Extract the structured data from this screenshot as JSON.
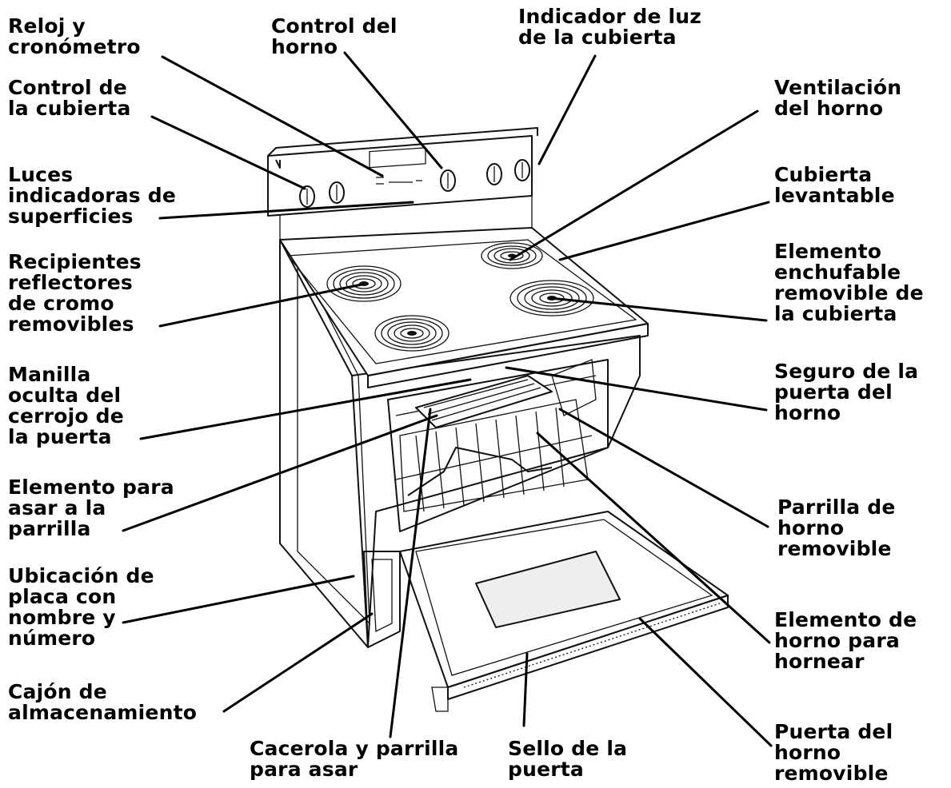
{
  "labels": {
    "reloj": "Reloj y\ncronómetro",
    "control_horno": "Control del\nhorno",
    "indicador_luz": "Indicador de luz\nde la cubierta",
    "control_cubierta": "Control de\nla cubierta",
    "ventilacion": "Ventilación\ndel horno",
    "luces": "Luces\nindicadoras de\nsuperficies",
    "cubierta_levantable": "Cubierta\nlevantable",
    "recipientes": "Recipientes\nreflectores\nde cromo\nremovibles",
    "elemento_enchufable": "Elemento\nenchufable\nremovible de\nla cubierta",
    "manilla": "Manilla\noculta del\ncerrojo de\nla puerta",
    "seguro": "Seguro de la\npuerta del\nhorno",
    "elemento_asar": "Elemento para\nasar a la\nparrilla",
    "parrilla_horno": "Parrilla de\nhorno\nremovible",
    "ubicacion": "Ubicación de\nplaca con\nnombre y\nnúmero",
    "elemento_hornear": "Elemento de\nhorno para\nhornear",
    "cajon": "Cajón de\nalmacenamiento",
    "cacerola": "Cacerola y parrilla\npara asar",
    "sello": "Sello de la\npuerta",
    "puerta": "Puerta del\nhorno\nremovible"
  }
}
